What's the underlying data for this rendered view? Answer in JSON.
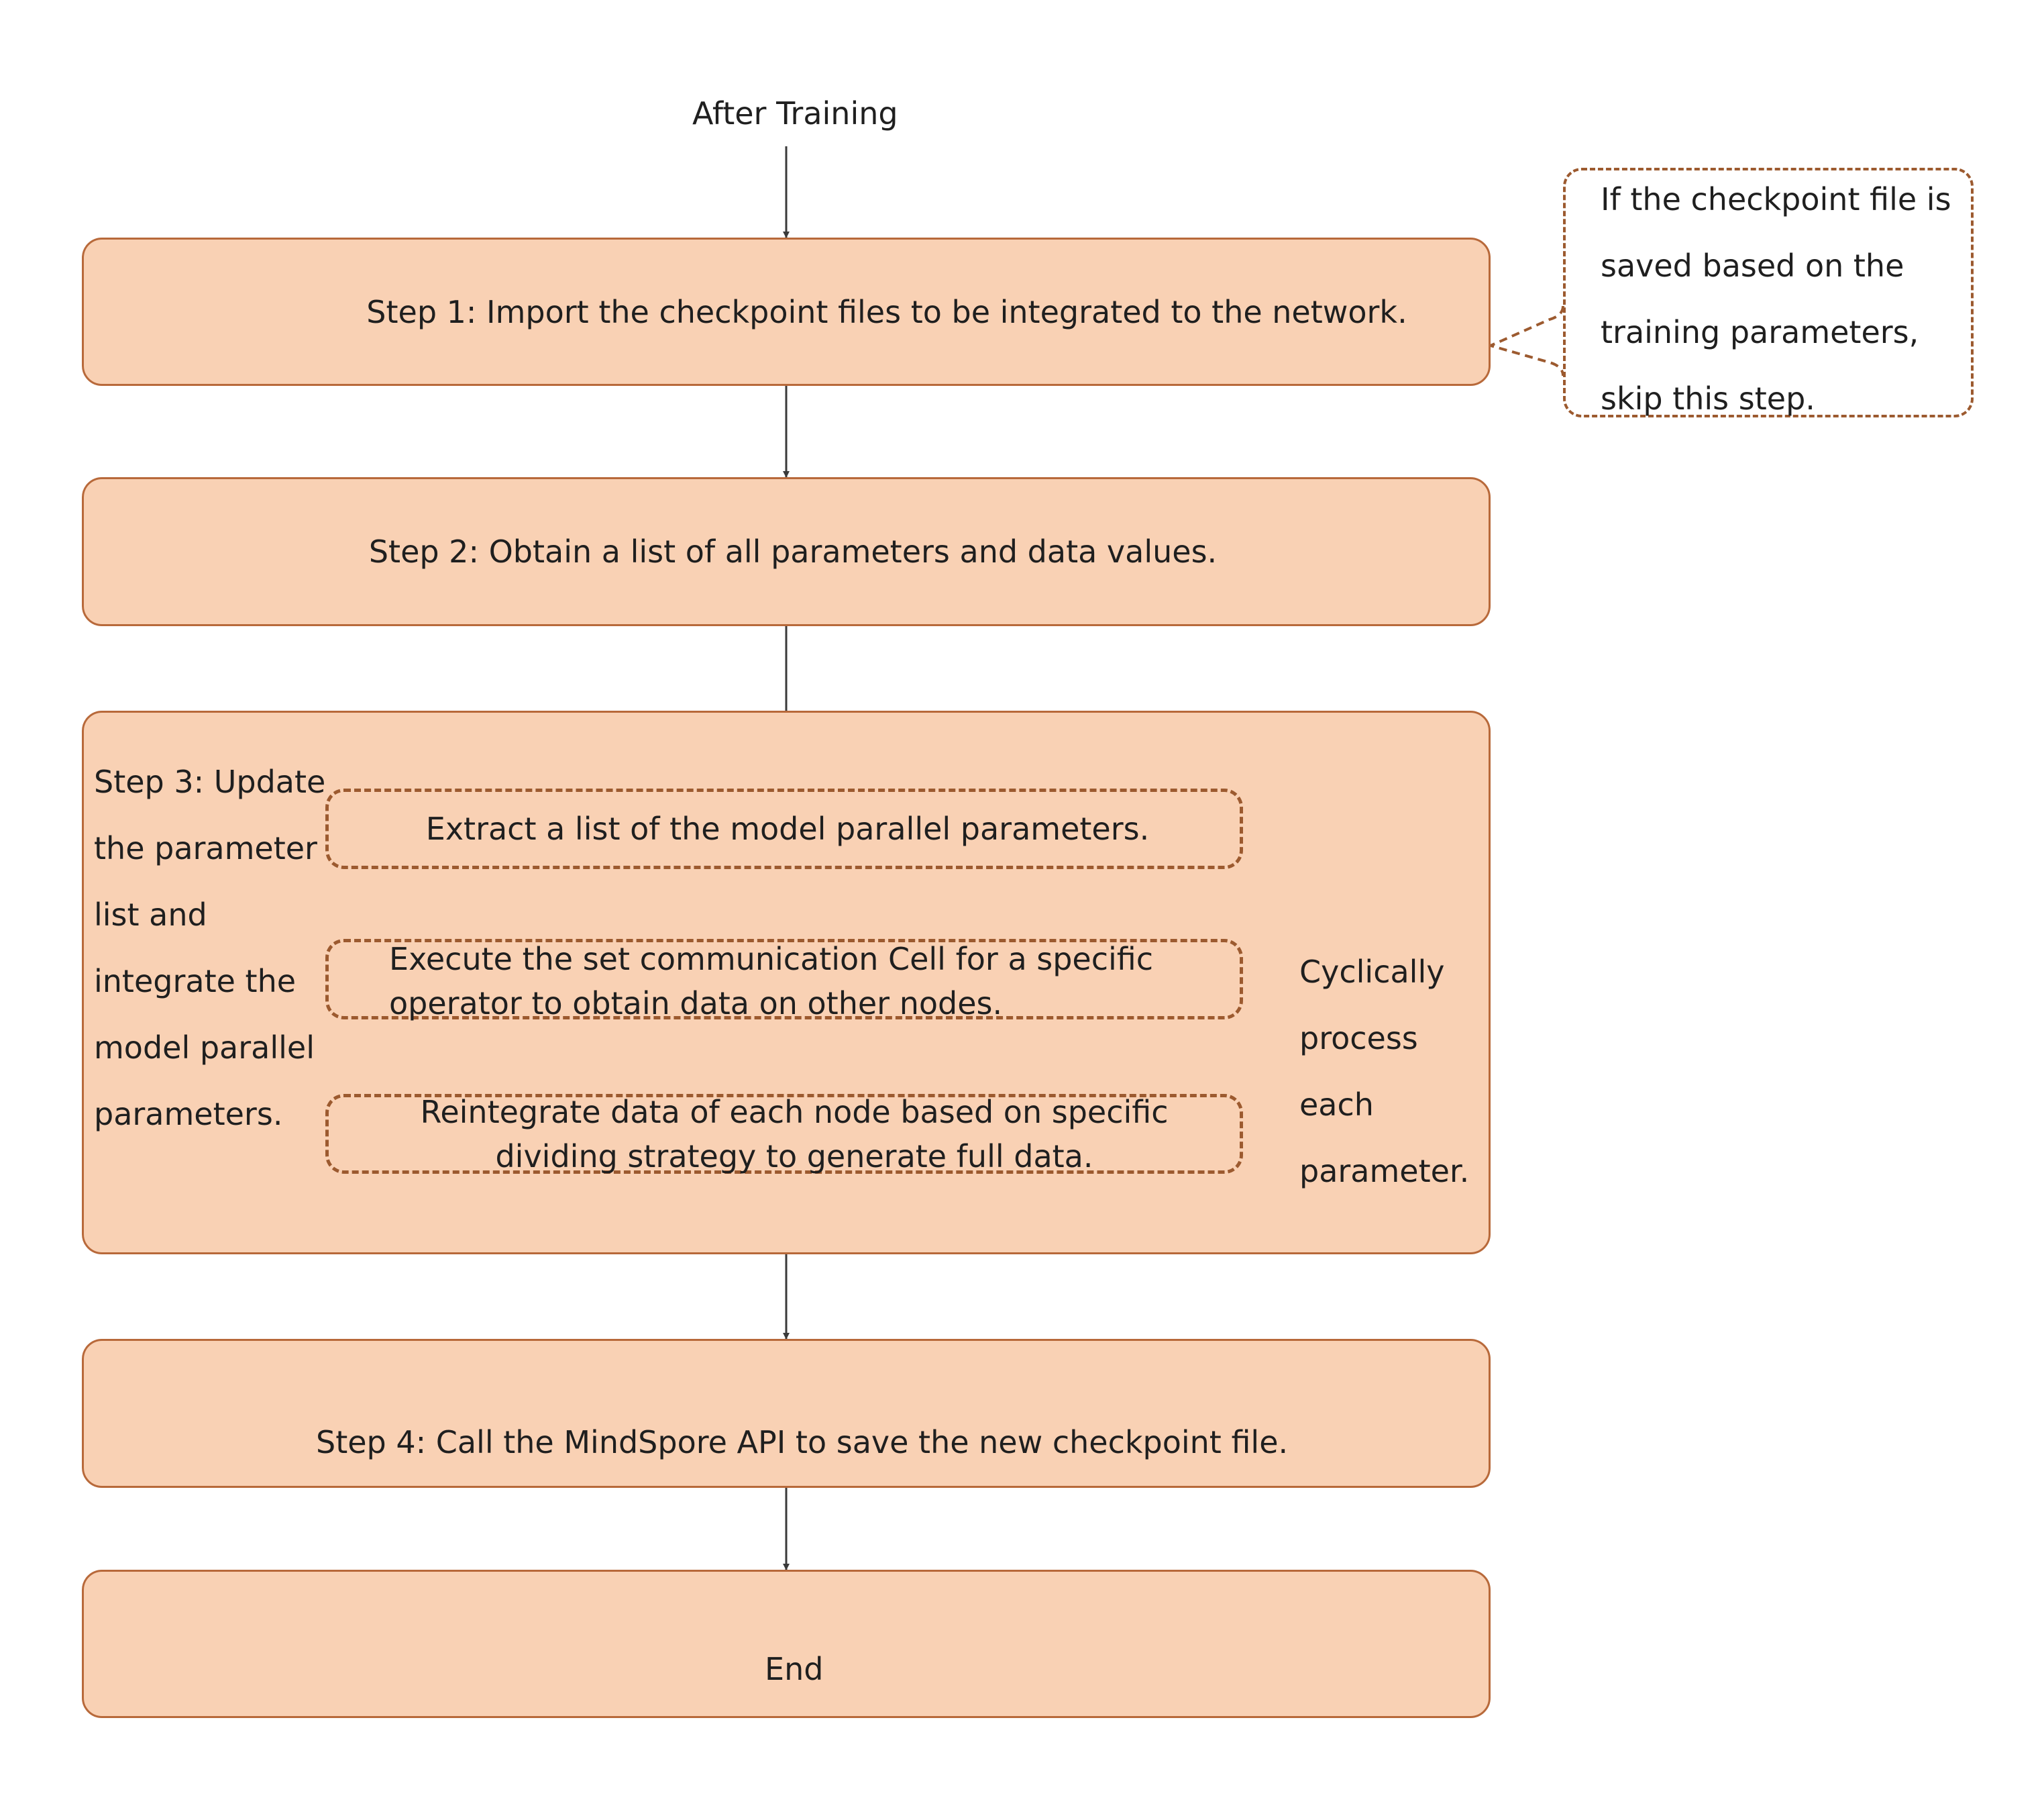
{
  "diagram": {
    "start_label": "After Training",
    "step1": "Step 1: Import the checkpoint files to be integrated to the network.",
    "step1_note": "If the checkpoint file is\nsaved based on the\ntraining parameters,\nskip this step.",
    "step2": "Step 2: Obtain a list of all parameters and data values.",
    "step3_label": "Step 3: Update\nthe parameter\nlist and\nintegrate the\nmodel parallel\nparameters.",
    "step3_sub1": "Extract a list of the model parallel parameters.",
    "step3_sub2": "Execute the set communication Cell for a specific\noperator to obtain data on other nodes.",
    "step3_sub3": "Reintegrate data of each node based on specific\ndividing strategy to generate full data.",
    "loop_label": "Cyclically\nprocess\neach\nparameter.",
    "step4": "Step 4: Call the MindSpore API to save the new checkpoint file.",
    "end": "End"
  },
  "colors": {
    "box_fill": "#f9d1b4",
    "box_border": "#b8693a",
    "dashed_border": "#9c5a2f",
    "connector": "#3a3a3a"
  }
}
